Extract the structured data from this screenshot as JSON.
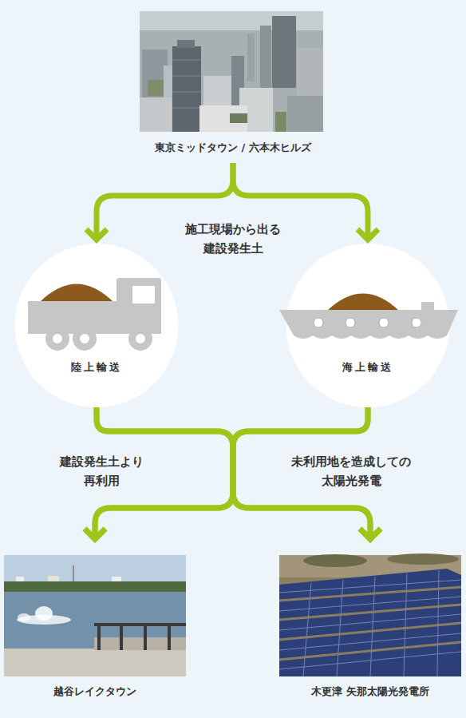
{
  "diagram": {
    "nodes": [
      {
        "text": [
          "東京ミッドタウン / 六本木ヒルズ"
        ]
      },
      {
        "text": [
          "陸上輸送"
        ]
      },
      {
        "text": [
          "海上輸送"
        ]
      },
      {
        "text": [
          "越谷レイクタウン"
        ]
      },
      {
        "text": [
          "木更津 矢那太陽光発電所"
        ]
      }
    ],
    "edges": [
      {
        "from": 0,
        "to": 1,
        "arrow": "to"
      },
      {
        "from": 0,
        "to": 2,
        "arrow": "to"
      },
      {
        "from": 1,
        "to": 3,
        "arrow": "to"
      },
      {
        "from": 1,
        "to": 4,
        "arrow": "to"
      },
      {
        "from": 2,
        "to": 3,
        "arrow": "to"
      },
      {
        "from": 2,
        "to": 4,
        "arrow": "to"
      }
    ],
    "labels": [
      "施工現場から出る 建設発生土",
      "建設発生土より 再利用",
      "未利用地を造成しての 太陽光発電"
    ]
  }
}
